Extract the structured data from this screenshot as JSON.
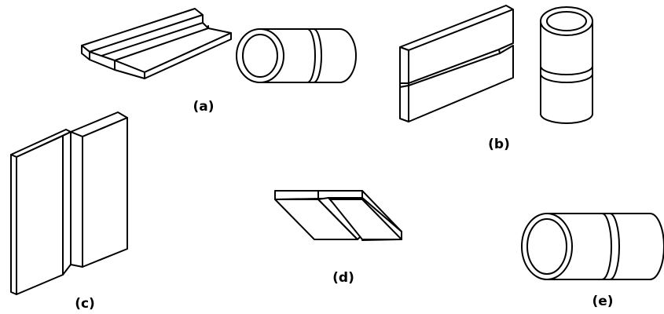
{
  "labels": {
    "a": "(a)",
    "b": "(b)",
    "c": "(c)",
    "d": "(d)",
    "e": "(e)"
  }
}
